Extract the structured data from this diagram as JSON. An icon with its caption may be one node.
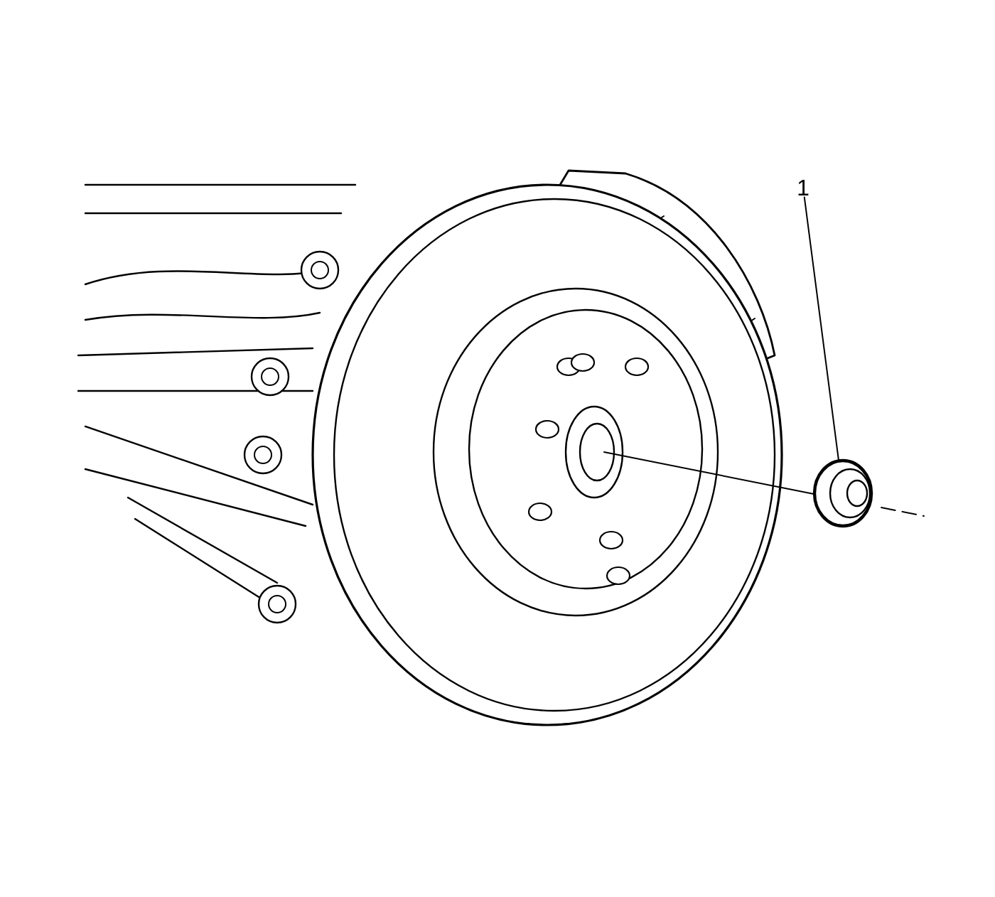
{
  "diagram": {
    "nodes": [
      {
        "text": [
          "1"
        ]
      },
      {
        "text": [],
        "shape": "picture"
      }
    ],
    "edges": [
      {
        "from": 0,
        "to": 1,
        "arrow": "none"
      }
    ]
  }
}
